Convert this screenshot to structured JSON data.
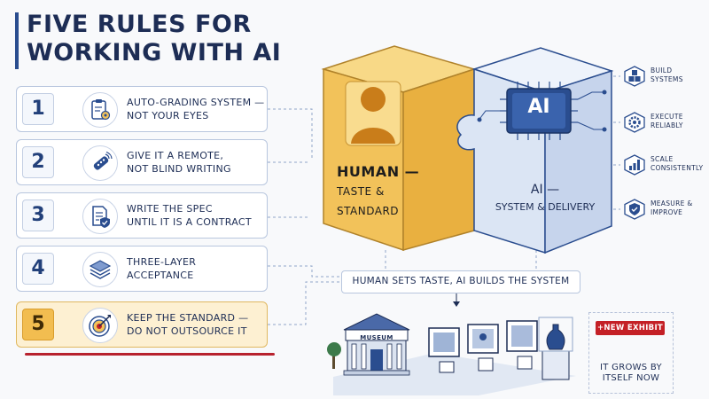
{
  "title": {
    "line1": "FIVE RULES FOR",
    "line2": "WORKING WITH AI"
  },
  "rules": [
    {
      "number": "1",
      "line1": "AUTO-GRADING SYSTEM —",
      "line2": "NOT YOUR EYES",
      "icon": "clipboard-gear-icon"
    },
    {
      "number": "2",
      "line1": "GIVE IT A REMOTE,",
      "line2": "NOT BLIND WRITING",
      "icon": "remote-control-icon"
    },
    {
      "number": "3",
      "line1": "WRITE THE SPEC",
      "line2": "UNTIL IT IS A CONTRACT",
      "icon": "document-shield-icon"
    },
    {
      "number": "4",
      "line1": "THREE-LAYER",
      "line2": "ACCEPTANCE",
      "icon": "layers-icon"
    },
    {
      "number": "5",
      "line1": "KEEP THE STANDARD —",
      "line2": "DO NOT OUTSOURCE IT",
      "icon": "target-icon",
      "highlighted": true
    }
  ],
  "human": {
    "label": "HUMAN —",
    "sub": "TASTE & STANDARD"
  },
  "ai": {
    "chip": "AI",
    "label": "AI —",
    "sub": "SYSTEM & DELIVERY"
  },
  "capabilities": [
    {
      "line1": "BUILD",
      "line2": "SYSTEMS",
      "icon": "cubes-icon"
    },
    {
      "line1": "EXECUTE",
      "line2": "RELIABLY",
      "icon": "gear-icon"
    },
    {
      "line1": "SCALE",
      "line2": "CONSISTENTLY",
      "icon": "bar-chart-icon"
    },
    {
      "line1": "MEASURE &",
      "line2": "IMPROVE",
      "icon": "shield-check-icon"
    }
  ],
  "banner": "HUMAN SETS TASTE, AI BUILDS THE SYSTEM",
  "museum": {
    "sign": "MUSEUM"
  },
  "exhibit": {
    "badge": "+NEW EXHIBIT",
    "line1": "IT GROWS BY",
    "line2": "ITSELF NOW"
  },
  "colors": {
    "navy": "#1d2d55",
    "human_gold": "#f2c25a",
    "ai_blue": "#dbe5f4",
    "accent_red": "#c42026",
    "highlight": "#fdf0d2"
  }
}
